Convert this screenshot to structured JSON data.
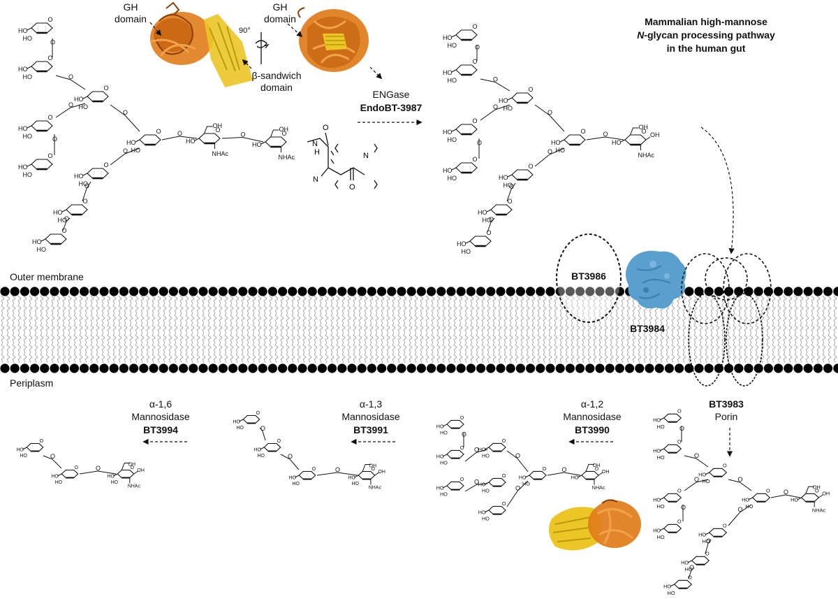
{
  "title": {
    "line1": "Mammalian high-mannose",
    "line2_italic": "N",
    "line2_rest": "-glycan processing pathway",
    "line3": "in the human gut"
  },
  "membrane": {
    "outer": "Outer membrane",
    "inner": "Periplasm"
  },
  "structure_labels": {
    "gh_left": [
      "GH",
      "domain"
    ],
    "gh_right": [
      "GH",
      "domain"
    ],
    "rotation": "90°",
    "beta_sandwich": [
      "β-sandwich",
      "domain"
    ]
  },
  "engase": {
    "line1": "ENGase",
    "name": "EndoBT-3987"
  },
  "proteins": {
    "bt3986": "BT3986",
    "bt3984": "BT3984",
    "bt3983": "BT3983",
    "porin": "Porin"
  },
  "enzymes": [
    {
      "type": "α-1,6",
      "class": "Mannosidase",
      "name": "BT3994"
    },
    {
      "type": "α-1,3",
      "class": "Mannosidase",
      "name": "BT3991"
    },
    {
      "type": "α-1,2",
      "class": "Mannosidase",
      "name": "BT3990"
    }
  ],
  "chem": {
    "oh": "OH",
    "ho": "HO",
    "o": "O",
    "nhac": "NHAc",
    "nh": "N",
    "h": "H"
  },
  "colors": {
    "lipid_head": "#000000",
    "protein_blue": "#5aa0cf",
    "protein_orange": "#e07c1a",
    "protein_yellow": "#ecc527"
  }
}
